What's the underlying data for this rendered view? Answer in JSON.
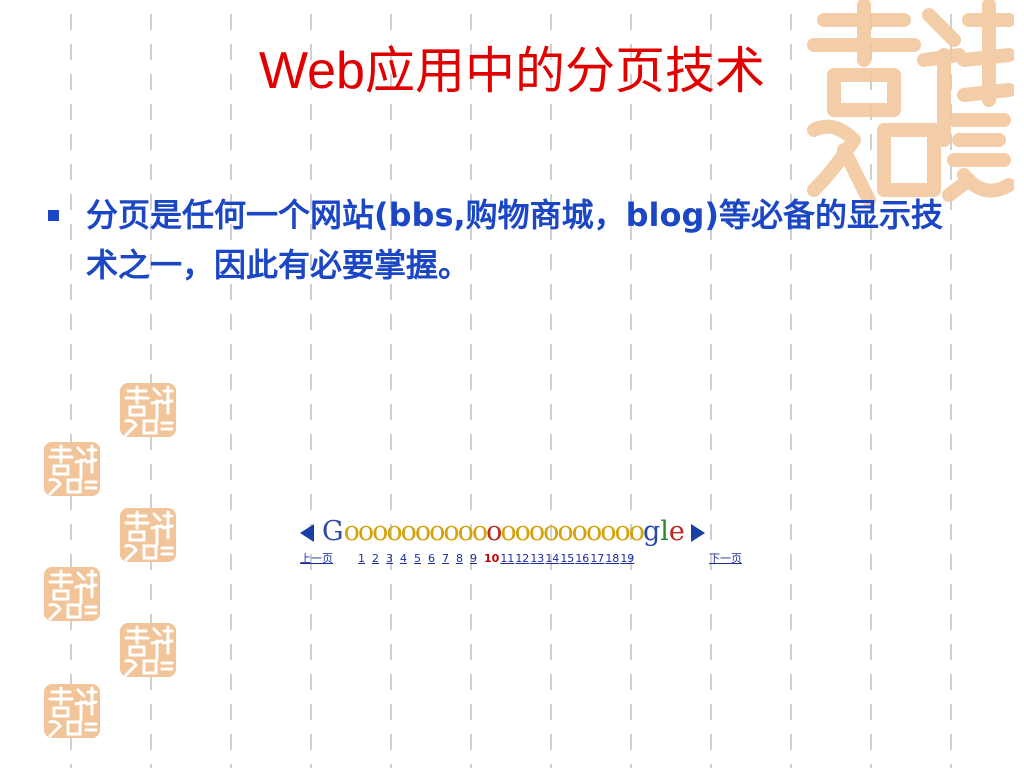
{
  "slide": {
    "title_latin": "Web",
    "title_cn": "应用中的分页技术",
    "bullet_text": "分页是任何一个网站(bbs,购物商城，blog)等必备的显示技术之一，因此有必要掌握。"
  },
  "pager": {
    "prev_label": "上一页",
    "next_label": "下一页",
    "logo": {
      "first": "G",
      "blue_os_before": "oooooooooo",
      "red_o": "o",
      "blue_os_after": "oooooooooo",
      "g": "g",
      "l": "l",
      "e": "e"
    },
    "pages_before": [
      "1",
      "2",
      "3",
      "4",
      "5",
      "6",
      "7",
      "8",
      "9"
    ],
    "current": "10",
    "pages_after": [
      "11",
      "12",
      "13",
      "14",
      "15",
      "16",
      "17",
      "18",
      "19"
    ]
  },
  "colors": {
    "title": "#e00000",
    "bullet_text": "#1b47c4",
    "seal": "#f2c49a"
  },
  "icons": {
    "bullet": "square-bullet-icon",
    "prev_arrow": "arrow-left-icon",
    "next_arrow": "arrow-right-icon",
    "seal": "auspicious-seal-icon"
  }
}
